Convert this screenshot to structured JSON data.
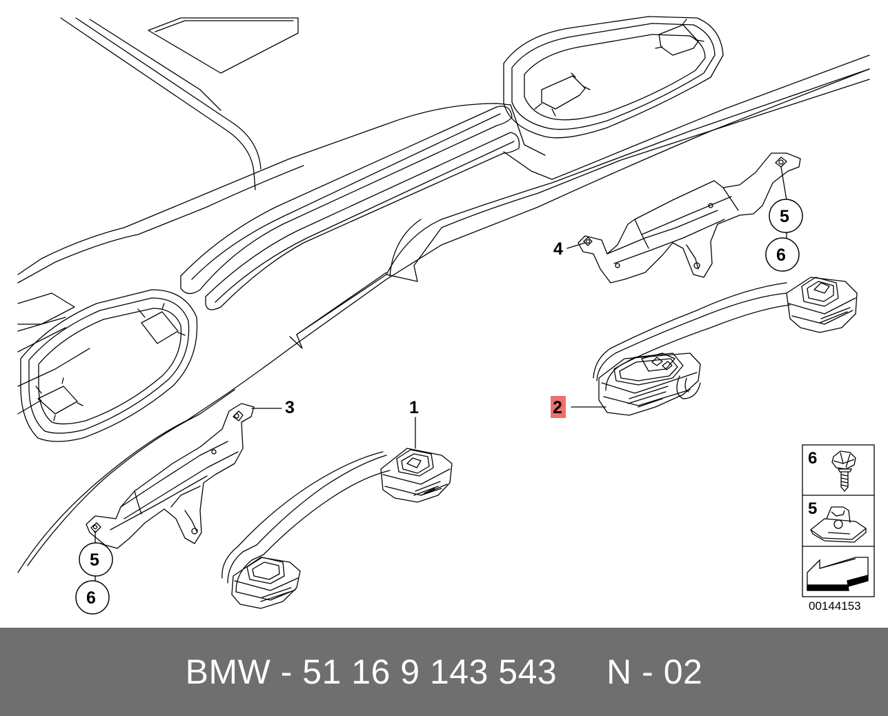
{
  "diagram": {
    "callouts": {
      "c1": "1",
      "c2": "2",
      "c3": "3",
      "c4": "4",
      "c5_left": "5",
      "c6_left": "6",
      "c5_right": "5",
      "c6_right": "6"
    },
    "highlight_color": "#ef6f6f",
    "legend": {
      "item6_num": "6",
      "item5_num": "5"
    },
    "diagram_id": "00144153"
  },
  "footer": {
    "text": "BMW - 51 16 9 143 543     N - 02",
    "background": "#6f6f6f"
  }
}
